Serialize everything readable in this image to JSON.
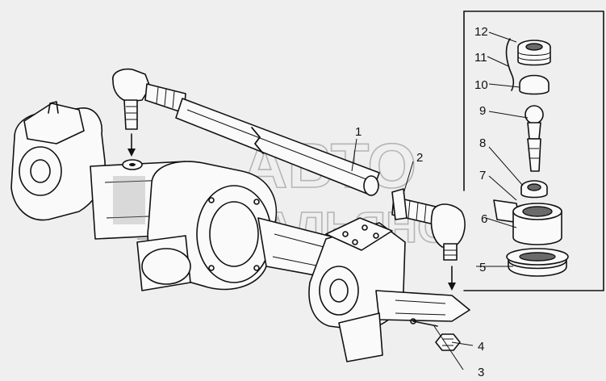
{
  "callouts": [
    {
      "num": "1"
    },
    {
      "num": "2"
    },
    {
      "num": "3"
    },
    {
      "num": "4"
    },
    {
      "num": "5"
    },
    {
      "num": "6"
    },
    {
      "num": "7"
    },
    {
      "num": "8"
    },
    {
      "num": "9"
    },
    {
      "num": "10"
    },
    {
      "num": "11"
    },
    {
      "num": "12"
    }
  ],
  "watermark": {
    "line1": "АВТО",
    "line2": "АЛЬЯНС"
  },
  "colors": {
    "line": "#111111",
    "paper": "#efefef",
    "watermark": "#b5b5b5"
  }
}
